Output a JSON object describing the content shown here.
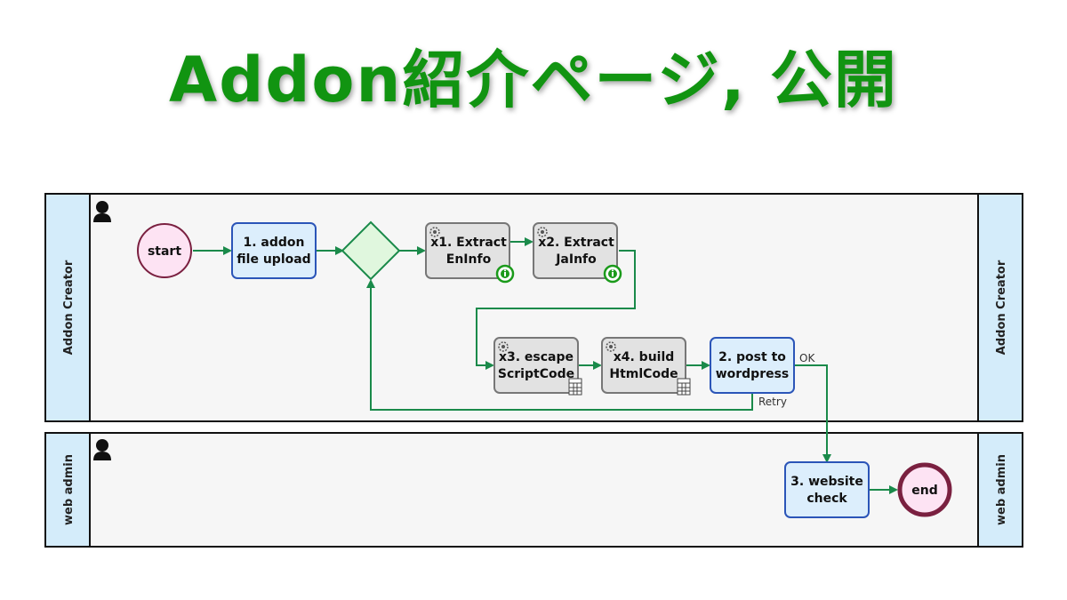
{
  "title": "Addon紹介ページ, 公開",
  "colors": {
    "title": "#119411",
    "flow": "#1a8a4a",
    "task_fill": "#dceefc",
    "task_stroke": "#2b55b8",
    "auto_fill": "#e2e2e2",
    "auto_stroke": "#777777",
    "event_fill": "#fde3f3",
    "event_stroke": "#7a2040",
    "gateway_fill": "#e0f7de",
    "gateway_stroke": "#1a8a4a",
    "lane_header": "#d4ecfa"
  },
  "lanes": [
    {
      "label": "Addon Creator"
    },
    {
      "label": "web admin"
    }
  ],
  "nodes": {
    "start": {
      "label": "start"
    },
    "end": {
      "label": "end"
    },
    "addon_upload": {
      "lines": [
        "1. addon",
        "file upload"
      ]
    },
    "extract_en": {
      "lines": [
        "x1. Extract",
        "EnInfo"
      ]
    },
    "extract_ja": {
      "lines": [
        "x2. Extract",
        "JaInfo"
      ]
    },
    "escape": {
      "lines": [
        "x3. escape",
        "ScriptCode"
      ]
    },
    "build": {
      "lines": [
        "x4. build",
        "HtmlCode"
      ]
    },
    "post": {
      "lines": [
        "2. post to",
        "wordpress"
      ]
    },
    "website_check": {
      "lines": [
        "3. website",
        "check"
      ]
    }
  },
  "flow_labels": {
    "ok": "OK",
    "retry": "Retry"
  },
  "icons": {
    "performer": "person-icon",
    "automated": "gear-icon",
    "info": "info-icon",
    "script": "calculator-icon"
  }
}
